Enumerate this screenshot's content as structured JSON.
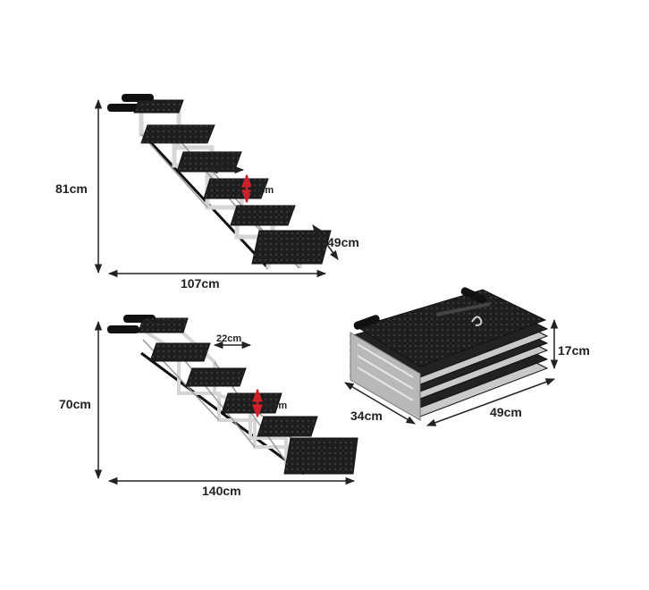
{
  "diagram_a": {
    "height_label": "81cm",
    "length_label": "107cm",
    "width_label": "49cm",
    "tread_depth_label": "15cm",
    "riser_label": "15cm"
  },
  "diagram_b": {
    "height_label": "70cm",
    "length_label": "140cm",
    "tread_depth_label": "22cm",
    "riser_label": "12cm"
  },
  "diagram_c": {
    "height_label": "17cm",
    "width_label": "49cm",
    "depth_label": "34cm"
  },
  "colors": {
    "tread": "#1c1c1c",
    "frame": "#d9d9d9",
    "dimension": "#222222",
    "accent": "#d0202a"
  }
}
